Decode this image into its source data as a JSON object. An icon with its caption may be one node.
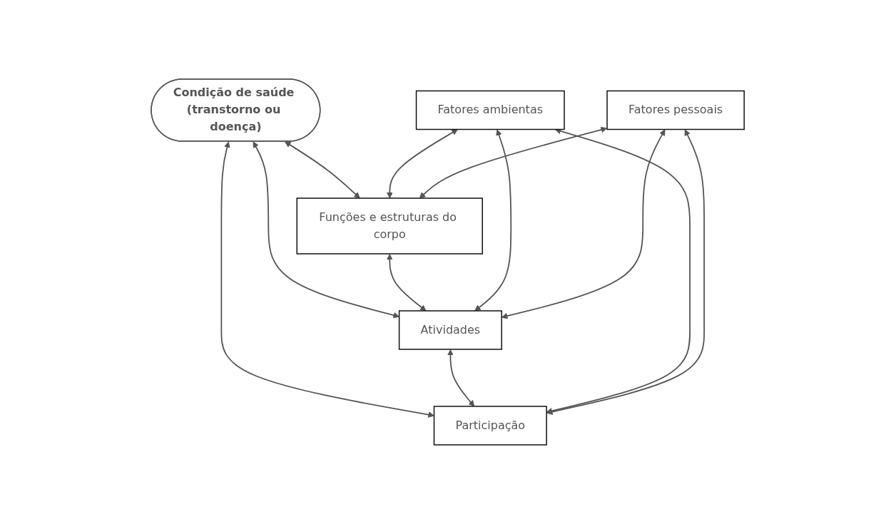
{
  "diagram": {
    "nodes": [
      {
        "text": [
          "Condição de saúde (transtorno ou doença)"
        ]
      },
      {
        "text": [
          "Funções e estruturas do corpo"
        ]
      },
      {
        "text": [
          "Atividades"
        ]
      },
      {
        "text": [
          "Participação"
        ]
      },
      {
        "text": [
          "Fatores ambientas"
        ]
      },
      {
        "text": [
          "Fatores pessoais"
        ]
      }
    ],
    "edges": [
      {
        "from": 0,
        "to": 1,
        "arrow": "both"
      },
      {
        "from": 0,
        "to": 2,
        "arrow": "both"
      },
      {
        "from": 0,
        "to": 3,
        "arrow": "both"
      },
      {
        "from": 1,
        "to": 2,
        "arrow": "both"
      },
      {
        "from": 2,
        "to": 3,
        "arrow": "both"
      },
      {
        "from": 4,
        "to": 1,
        "arrow": "both"
      },
      {
        "from": 4,
        "to": 2,
        "arrow": "both"
      },
      {
        "from": 4,
        "to": 3,
        "arrow": "both"
      },
      {
        "from": 5,
        "to": 1,
        "arrow": "both"
      },
      {
        "from": 5,
        "to": 2,
        "arrow": "both"
      },
      {
        "from": 5,
        "to": 3,
        "arrow": "both"
      }
    ]
  }
}
